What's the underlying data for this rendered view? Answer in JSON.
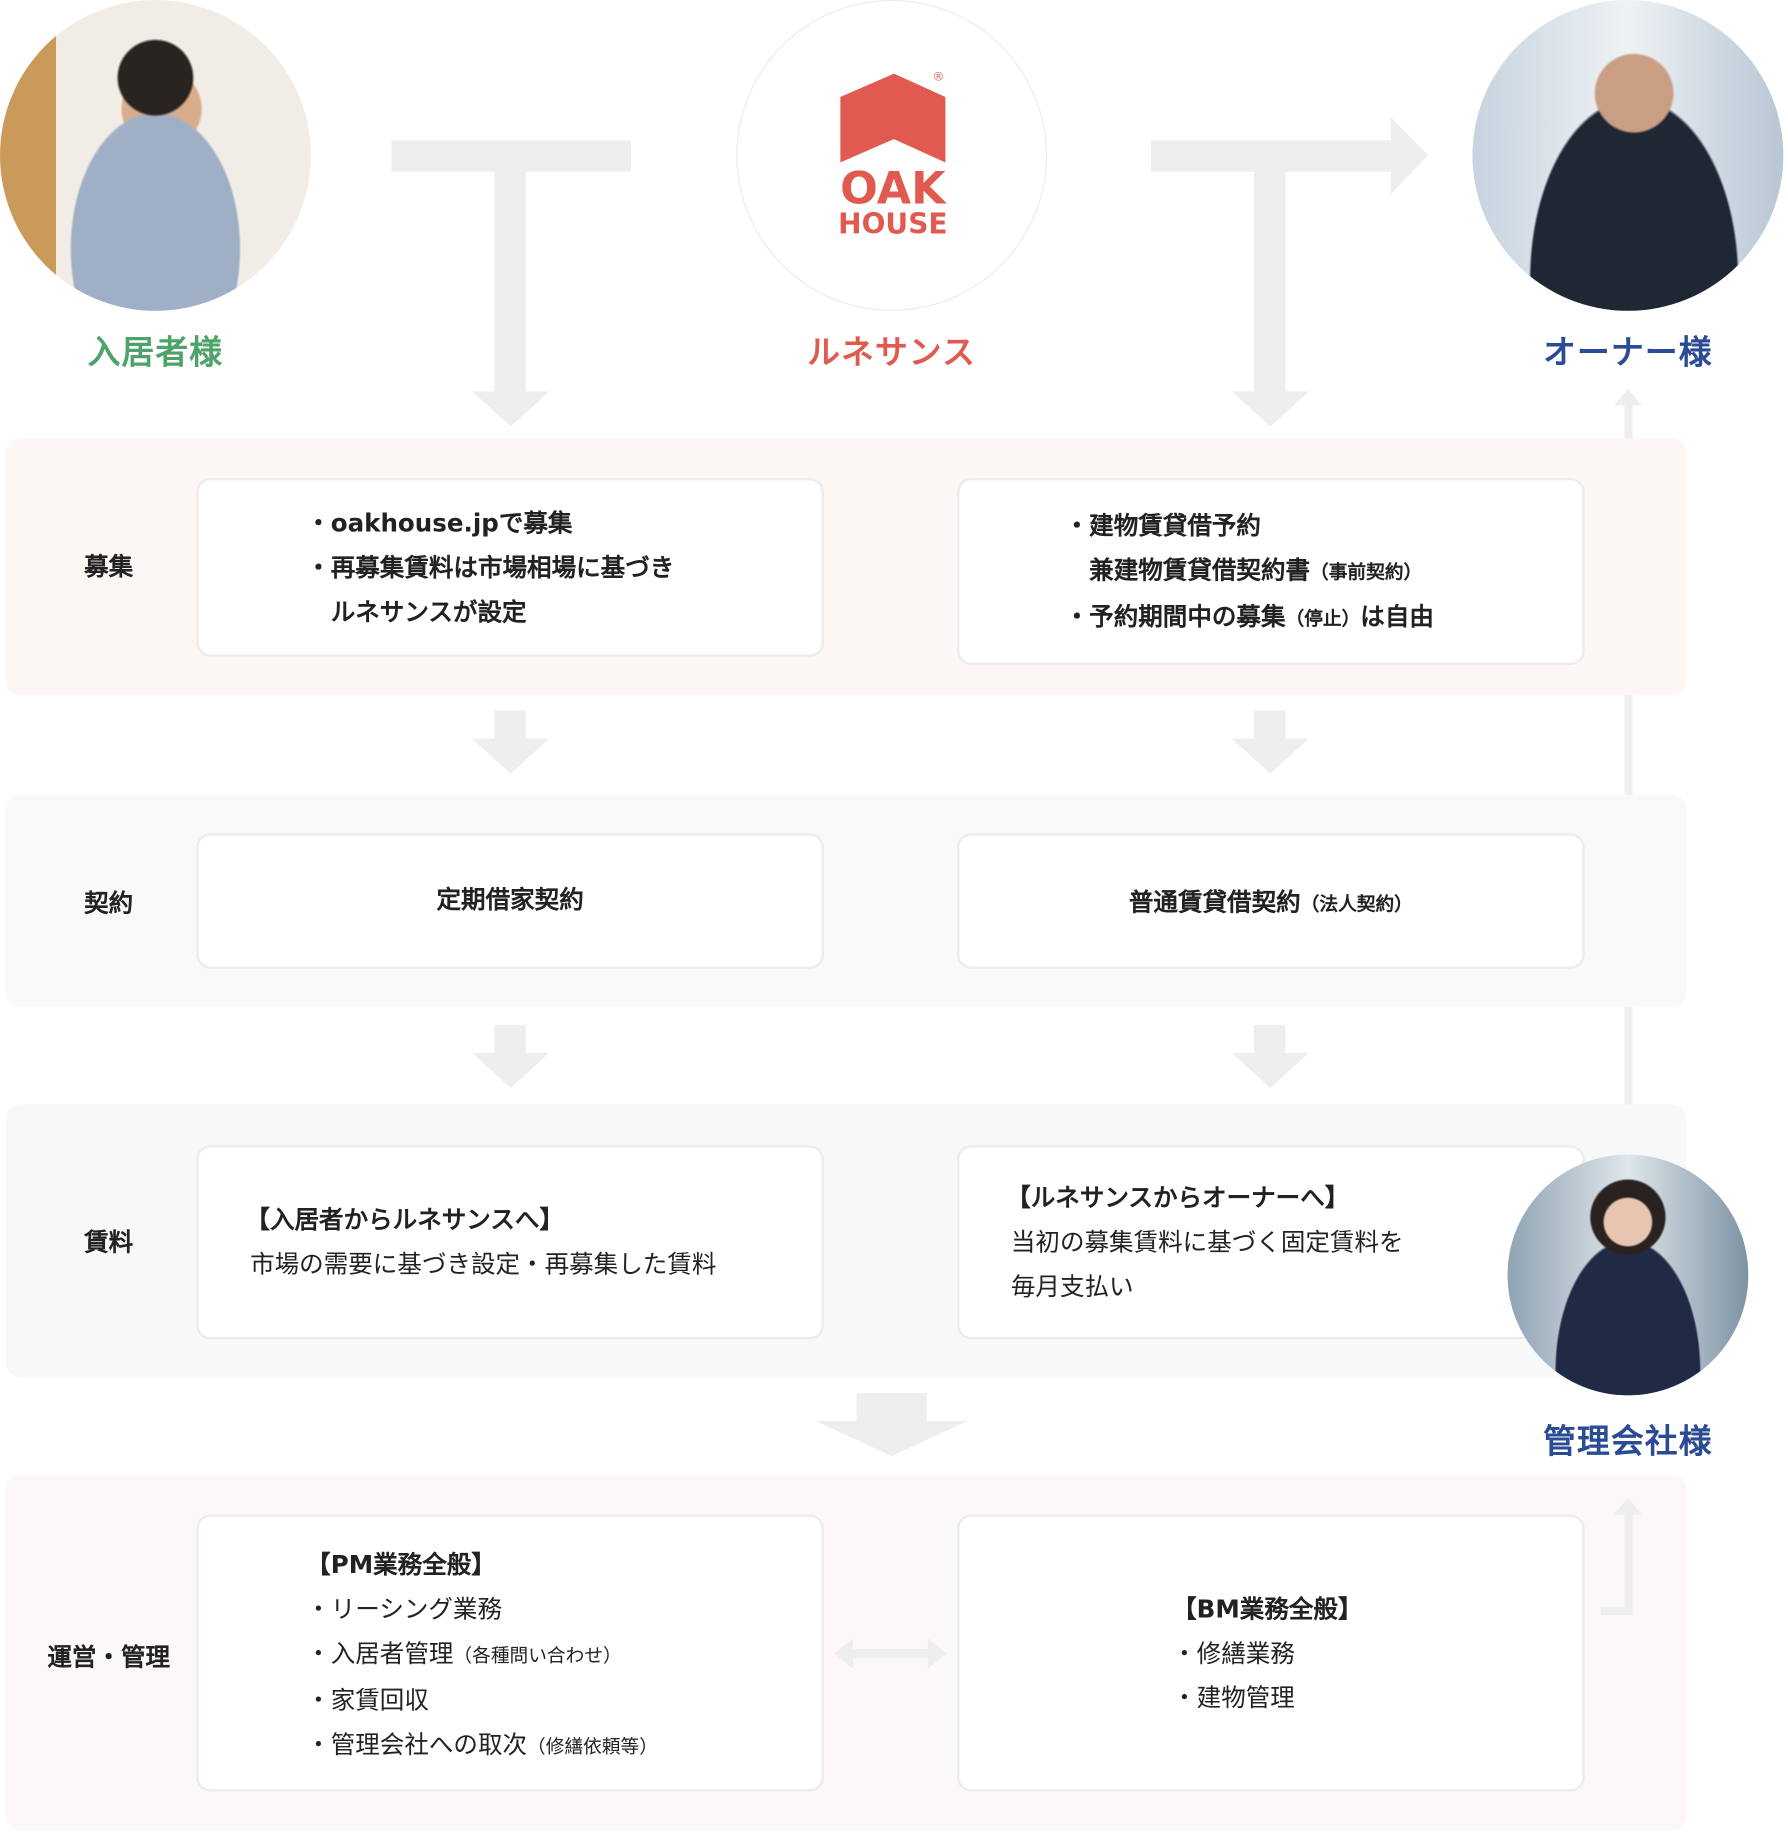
{
  "roles": {
    "tenant": "入居者様",
    "company": "ルネサンス",
    "owner": "オーナー様",
    "manager": "管理会社様"
  },
  "logo": {
    "line1": "OAK",
    "line2": "HOUSE",
    "mark": "®"
  },
  "colors": {
    "tenant": "#4fa36a",
    "company": "#e05a4f",
    "owner": "#2b4b94",
    "arrow": "#eeeeee"
  },
  "sections": {
    "recruit": {
      "label": "募集",
      "left": [
        "・oakhouse.jpで募集",
        "・再募集賃料は市場相場に基づき",
        "　ルネサンスが設定"
      ],
      "right": {
        "l1": "・建物賃貸借予約",
        "l2": "　兼建物賃貸借契約書",
        "l2_note": "（事前契約）",
        "l3a": "・予約期間中の募集",
        "l3_note": "（停止）",
        "l3b": "は自由"
      }
    },
    "contract": {
      "label": "契約",
      "left": "定期借家契約",
      "right": "普通賃貸借契約",
      "right_note": "（法人契約）"
    },
    "rent": {
      "label": "賃料",
      "left_title": "【入居者からルネサンスへ】",
      "left_body": "市場の需要に基づき設定・再募集した賃料",
      "right_title": "【ルネサンスからオーナーへ】",
      "right_body1": "当初の募集賃料に基づく固定賃料を",
      "right_body2": "毎月支払い"
    },
    "operation": {
      "label": "運営・管理",
      "left_title": "【PM業務全般】",
      "left_items": [
        {
          "text": "・リーシング業務",
          "note": ""
        },
        {
          "text": "・入居者管理",
          "note": "（各種問い合わせ）"
        },
        {
          "text": "・家賃回収",
          "note": ""
        },
        {
          "text": "・管理会社への取次",
          "note": "（修繕依頼等）"
        }
      ],
      "right_title": "【BM業務全般】",
      "right_items": [
        "・修繕業務",
        "・建物管理"
      ]
    }
  }
}
